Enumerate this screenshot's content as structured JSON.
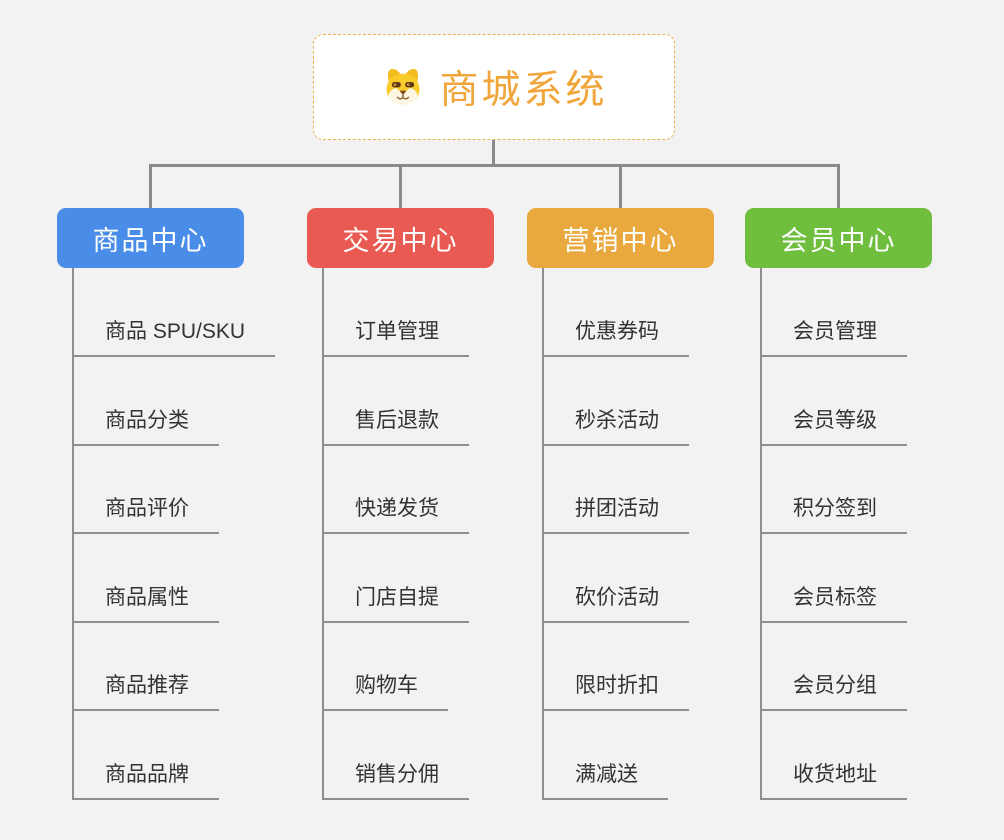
{
  "diagram": {
    "background": "#f2f2f2",
    "connector_color": "#8a8a8a",
    "underline_color": "#8f8f8f"
  },
  "root": {
    "label": "商城系统",
    "icon": "dog-face-icon",
    "text_color": "#F0A63A",
    "border_color": "#ECAF4E",
    "fill": "#ffffff"
  },
  "branches": [
    {
      "label": "商品中心",
      "color": "#4A8DE9",
      "children": [
        "商品 SPU/SKU",
        "商品分类",
        "商品评价",
        "商品属性",
        "商品推荐",
        "商品品牌"
      ]
    },
    {
      "label": "交易中心",
      "color": "#E95B52",
      "children": [
        "订单管理",
        "售后退款",
        "快递发货",
        "门店自提",
        "购物车",
        "销售分佣"
      ]
    },
    {
      "label": "营销中心",
      "color": "#E9A93E",
      "children": [
        "优惠券码",
        "秒杀活动",
        "拼团活动",
        "砍价活动",
        "限时折扣",
        "满减送"
      ]
    },
    {
      "label": "会员中心",
      "color": "#6FBE3E",
      "children": [
        "会员管理",
        "会员等级",
        "积分签到",
        "会员标签",
        "会员分组",
        "收货地址"
      ]
    }
  ]
}
